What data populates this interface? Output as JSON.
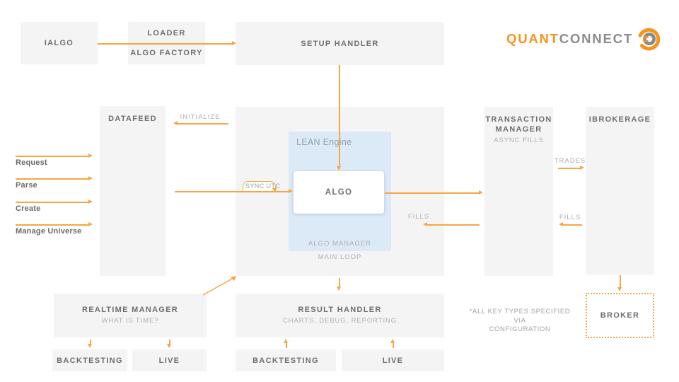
{
  "logo": {
    "quant": "QUANT",
    "connect": "CONNECT",
    "icon": "quantconnect-spiral-icon"
  },
  "colors": {
    "arrow_orange": "#F6A644",
    "logo_orange": "#F7941E",
    "logo_gray": "#8C8C8C",
    "box_gray": "#F4F4F4",
    "title_gray": "#6E6E6E",
    "subtitle_gray": "#AFAFAF",
    "engine_blue": "#DCEAF8"
  },
  "nodes": {
    "ialgo": {
      "title": "IALGO"
    },
    "loader": {
      "title": "LOADER",
      "subtitle": "ALGO FACTORY"
    },
    "setup_handler": {
      "title": "SETUP HANDLER"
    },
    "datafeed": {
      "title": "DATAFEED"
    },
    "lean_engine": {
      "title": "LEAN Engine"
    },
    "algo": {
      "title": "ALGO"
    },
    "algo_manager": {
      "title": "ALGO MANAGER"
    },
    "main_loop": {
      "title": "MAIN LOOP"
    },
    "transaction_manager": {
      "title": "TRANSACTION MANAGER",
      "subtitle": "ASYNC FILLS"
    },
    "ibrokerage": {
      "title": "IBROKERAGE"
    },
    "realtime_manager": {
      "title": "REALTIME MANAGER",
      "subtitle": "WHAT IS TIME?"
    },
    "result_handler": {
      "title": "RESULT HANDLER",
      "subtitle": "CHARTS, DEBUG, REPORTING"
    },
    "backtesting_left": {
      "title": "BACKTESTING"
    },
    "live_left": {
      "title": "LIVE"
    },
    "backtesting_center": {
      "title": "BACKTESTING"
    },
    "live_center": {
      "title": "LIVE"
    },
    "broker": {
      "title": "BROKER"
    }
  },
  "edge_labels": {
    "initialize": "INITIALIZE",
    "sync_utc": "SYNC UTC",
    "request": "Request",
    "parse": "Parse",
    "create": "Create",
    "manage_universe": "Manage Universe",
    "trades": "TRADES",
    "fills_center": "FILLS",
    "fills_right": "FILLS"
  },
  "note": {
    "line1": "*ALL KEY TYPES SPECIFIED VIA",
    "line2": "CONFIGURATION"
  }
}
